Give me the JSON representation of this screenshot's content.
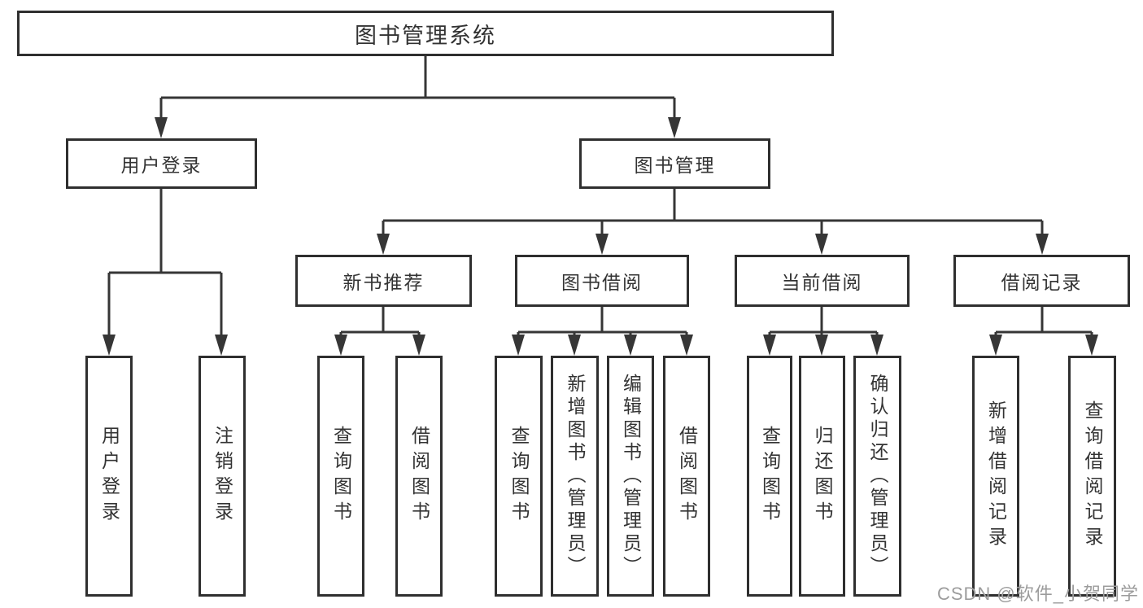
{
  "nodes": {
    "root": {
      "label": "图书管理系统"
    },
    "level2": [
      {
        "label": "用户登录"
      },
      {
        "label": "图书管理"
      }
    ],
    "level3": [
      {
        "label": "新书推荐"
      },
      {
        "label": "图书借阅"
      },
      {
        "label": "当前借阅"
      },
      {
        "label": "借阅记录"
      }
    ],
    "leaves": {
      "user_login": [
        {
          "label": "用户登录"
        },
        {
          "label": "注销登录"
        }
      ],
      "new_book_rec": [
        {
          "label": "查询图书"
        },
        {
          "label": "借阅图书"
        }
      ],
      "book_borrow": [
        {
          "label": "查询图书"
        },
        {
          "label": "新增图书（管理员）"
        },
        {
          "label": "编辑图书（管理员）"
        },
        {
          "label": "借阅图书"
        }
      ],
      "current_borrow": [
        {
          "label": "查询图书"
        },
        {
          "label": "归还图书"
        },
        {
          "label": "确认归还（管理员）"
        }
      ],
      "borrow_record": [
        {
          "label": "新增借阅记录"
        },
        {
          "label": "查询借阅记录"
        }
      ]
    }
  },
  "watermark": {
    "text": "CSDN @软件_小贺同学"
  },
  "colors": {
    "line": "#363636",
    "box_border": "#2f2f2f",
    "text": "#333333",
    "watermark": "#9c9c9c",
    "background": "#ffffff"
  }
}
